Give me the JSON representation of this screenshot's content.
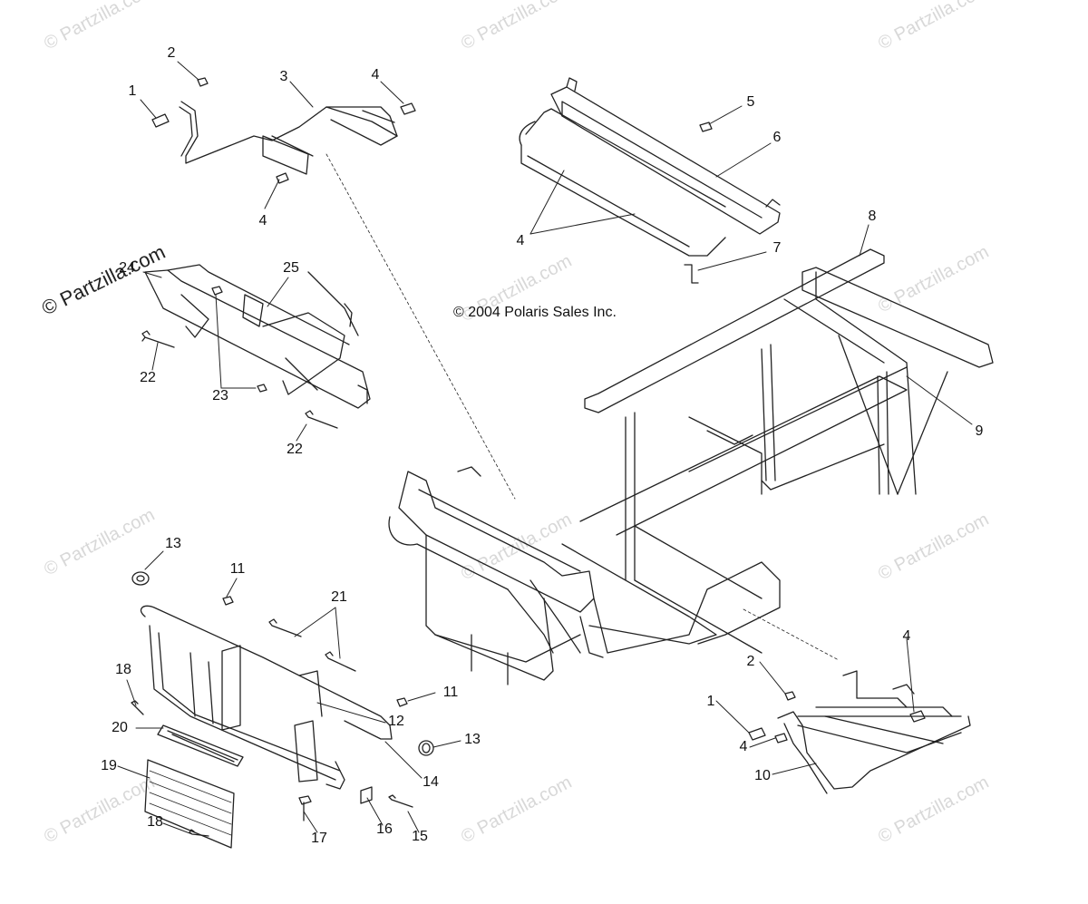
{
  "copyright": "© 2004 Polaris Sales Inc.",
  "watermark": "© Partzilla.com",
  "labels": {
    "p1a": "1",
    "p2a": "2",
    "p3": "3",
    "p4a": "4",
    "p4b": "4",
    "p5": "5",
    "p6": "6",
    "p4c": "4",
    "p7": "7",
    "p8": "8",
    "p9": "9",
    "p24": "24",
    "p25": "25",
    "p22a": "22",
    "p23": "23",
    "p22b": "22",
    "p13a": "13",
    "p11a": "11",
    "p21": "21",
    "p18a": "18",
    "p11b": "11",
    "p12": "12",
    "p20": "20",
    "p13b": "13",
    "p19": "19",
    "p14": "14",
    "p18b": "18",
    "p17": "17",
    "p16": "16",
    "p15": "15",
    "p2b": "2",
    "p4d": "4",
    "p1b": "1",
    "p4e": "4",
    "p10": "10"
  },
  "colors": {
    "line": "#222222",
    "watermark": "#d8d8d8"
  }
}
